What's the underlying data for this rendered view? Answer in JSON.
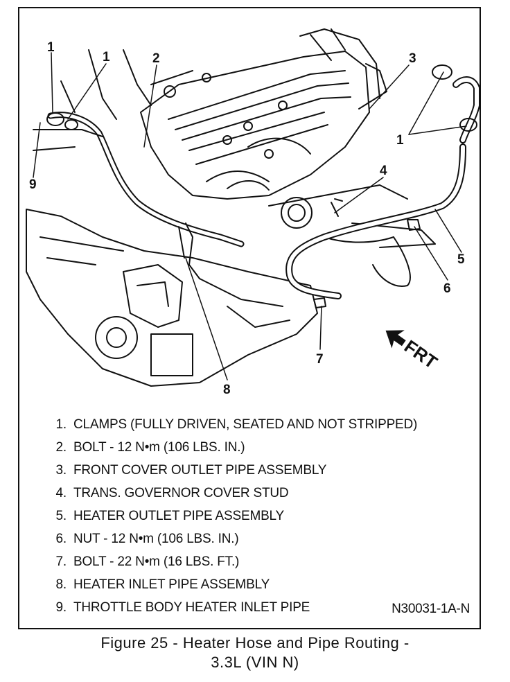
{
  "diagram": {
    "callouts": [
      "1",
      "1",
      "2",
      "3",
      "1",
      "4",
      "5",
      "6",
      "7",
      "8",
      "9"
    ],
    "direction_label": "FRT"
  },
  "legend": [
    {
      "number": "1.",
      "text": "CLAMPS (FULLY DRIVEN, SEATED AND NOT STRIPPED)"
    },
    {
      "number": "2.",
      "text": "BOLT - 12 N•m (106 LBS. IN.)"
    },
    {
      "number": "3.",
      "text": "FRONT COVER OUTLET PIPE ASSEMBLY"
    },
    {
      "number": "4.",
      "text": "TRANS. GOVERNOR COVER STUD"
    },
    {
      "number": "5.",
      "text": "HEATER OUTLET PIPE ASSEMBLY"
    },
    {
      "number": "6.",
      "text": "NUT - 12 N•m (106 LBS. IN.)"
    },
    {
      "number": "7.",
      "text": "BOLT - 22 N•m (16 LBS. FT.)"
    },
    {
      "number": "8.",
      "text": "HEATER INLET PIPE ASSEMBLY"
    },
    {
      "number": "9.",
      "text": "THROTTLE BODY HEATER INLET PIPE"
    }
  ],
  "figure_code": "N30031-1A-N",
  "caption": {
    "line1": "Figure 25 - Heater Hose and Pipe Routing -",
    "line2": "3.3L (VIN N)"
  }
}
